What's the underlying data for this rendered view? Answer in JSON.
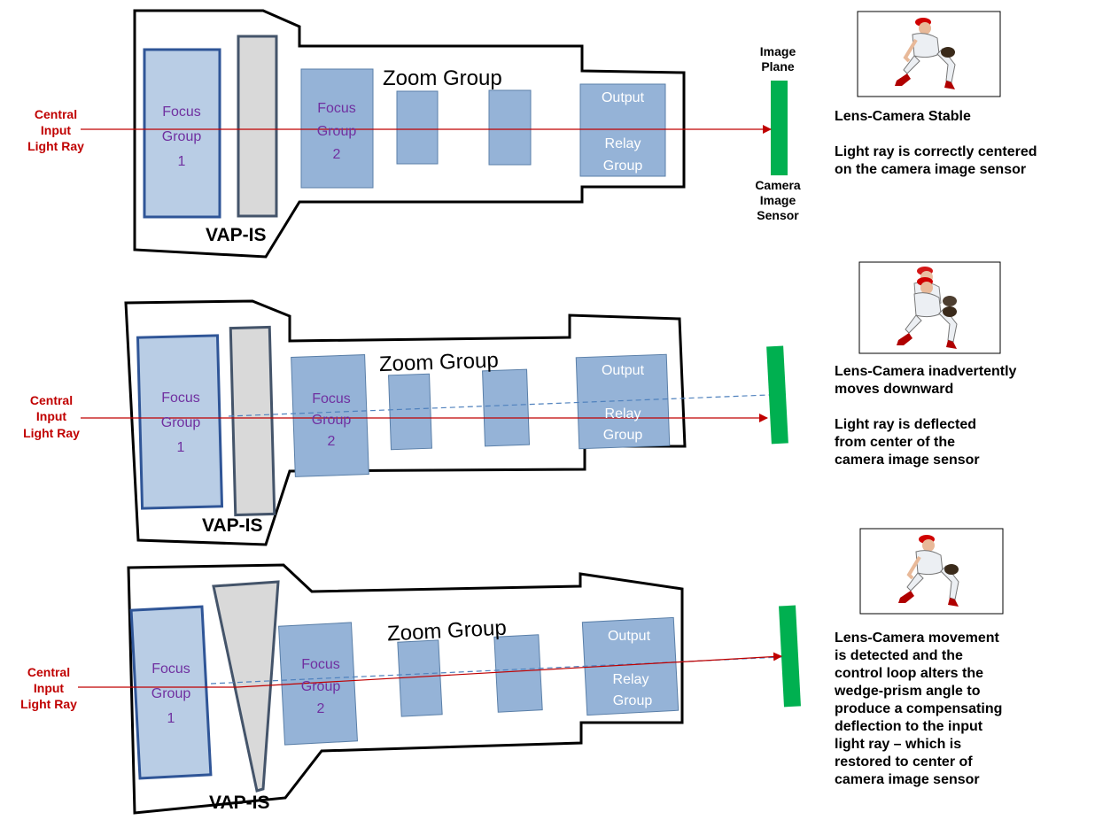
{
  "colors": {
    "lens_element": "#95b3d7",
    "lens_element_border": "#5a7fa8",
    "focus_group1_fill": "#b9cde5",
    "focus_group1_border": "#2f5597",
    "vap_fill": "#d9d9d9",
    "vap_border": "#44546a",
    "group_label": "#7030a0",
    "relay_label": "#ffffff",
    "ray": "#c00000",
    "ray_label": "#c00000",
    "dashed_ray": "#4f81bd",
    "sensor": "#00b050"
  },
  "labels": {
    "focus": "Focus",
    "group": "Group",
    "one": "1",
    "two": "2",
    "zoom_group": "Zoom Group",
    "output": "Output",
    "relay": "Relay",
    "vap_is": "VAP-IS",
    "central": "Central",
    "input": "Input",
    "light_ray": "Light Ray",
    "image": "Image",
    "plane": "Plane",
    "camera": "Camera",
    "sensor": "Sensor"
  },
  "panels": [
    {
      "id": "stable",
      "thumbnail": {
        "icon": "baseball-fielder-icon",
        "ghosted": false
      },
      "description": [
        "Lens-Camera Stable",
        "",
        "Light ray is correctly centered",
        "on the camera image sensor"
      ]
    },
    {
      "id": "moves-down",
      "thumbnail": {
        "icon": "baseball-fielder-icon",
        "ghosted": true
      },
      "description": [
        "Lens-Camera inadvertently",
        "moves downward",
        "",
        "Light ray is deflected",
        "from center of the",
        "camera image sensor"
      ]
    },
    {
      "id": "compensated",
      "thumbnail": {
        "icon": "baseball-fielder-icon",
        "ghosted": false
      },
      "description": [
        "Lens-Camera movement",
        "is detected and the",
        "control loop alters the",
        "wedge-prism angle to",
        "produce a compensating",
        "deflection to the input",
        "light ray – which is",
        "restored to center of",
        "camera image sensor"
      ]
    }
  ]
}
